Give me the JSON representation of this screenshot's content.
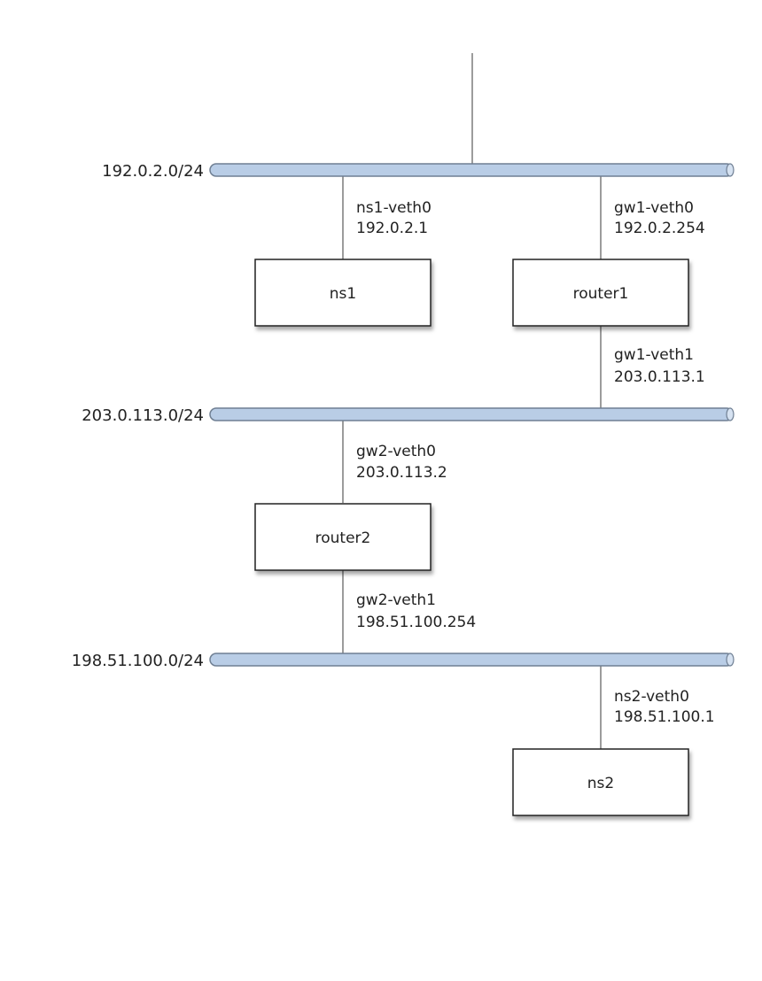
{
  "colors": {
    "bus_fill": "#b9cde6",
    "bus_stroke": "#6f7f93",
    "line": "#7a7a7a",
    "node_stroke": "#222222",
    "node_fill": "#ffffff",
    "text": "#222222"
  },
  "networks": [
    {
      "id": "net1",
      "label": "192.0.2.0/24"
    },
    {
      "id": "net2",
      "label": "203.0.113.0/24"
    },
    {
      "id": "net3",
      "label": "198.51.100.0/24"
    }
  ],
  "nodes": [
    {
      "id": "ns1",
      "label": "ns1"
    },
    {
      "id": "router1",
      "label": "router1"
    },
    {
      "id": "router2",
      "label": "router2"
    },
    {
      "id": "ns2",
      "label": "ns2"
    }
  ],
  "interfaces": [
    {
      "id": "ns1-veth0",
      "name": "ns1-veth0",
      "ip": "192.0.2.1"
    },
    {
      "id": "gw1-veth0",
      "name": "gw1-veth0",
      "ip": "192.0.2.254"
    },
    {
      "id": "gw1-veth1",
      "name": "gw1-veth1",
      "ip": "203.0.113.1"
    },
    {
      "id": "gw2-veth0",
      "name": "gw2-veth0",
      "ip": "203.0.113.2"
    },
    {
      "id": "gw2-veth1",
      "name": "gw2-veth1",
      "ip": "198.51.100.254"
    },
    {
      "id": "ns2-veth0",
      "name": "ns2-veth0",
      "ip": "198.51.100.1"
    }
  ]
}
